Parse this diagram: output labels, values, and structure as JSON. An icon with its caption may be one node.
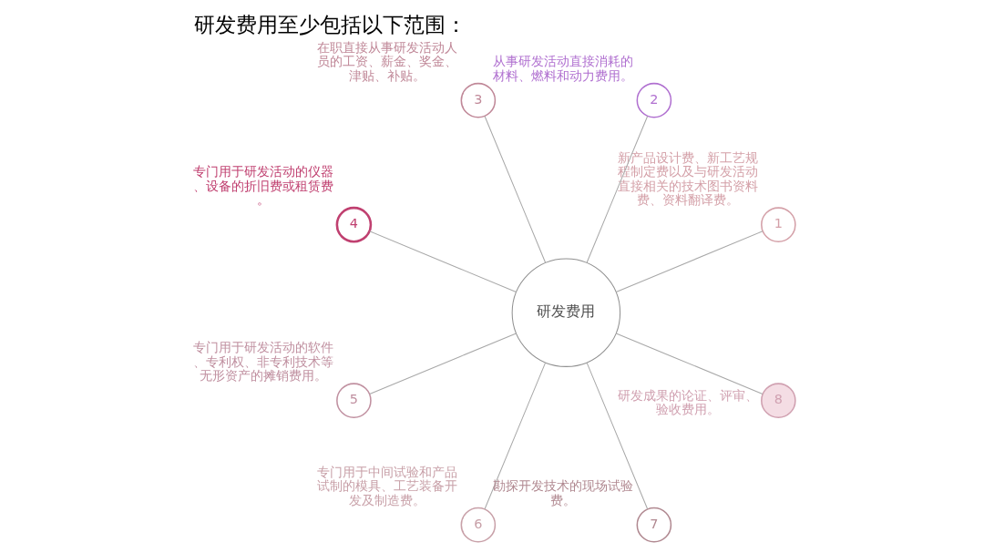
{
  "diagram": {
    "title": "研发费用至少包括以下范围：",
    "nodes": [
      {
        "text": [
          "研发费用"
        ]
      },
      {
        "text": [
          "1"
        ],
        "beside": [
          "新产品设计费、新工艺规程制定费以及与研发活动直接相关的技术图书资料费、资料翻译费。"
        ]
      },
      {
        "text": [
          "2"
        ],
        "beside": [
          "从事研发活动直接消耗的材料、燃料和动力费用。"
        ]
      },
      {
        "text": [
          "3"
        ],
        "beside": [
          "在职直接从事研发活动人员的工资、薪金、奖金、津贴、补贴。"
        ]
      },
      {
        "text": [
          "4"
        ],
        "beside": [
          "专门用于研发活动的仪器、设备的折旧费或租赁费。"
        ]
      },
      {
        "text": [
          "5"
        ],
        "beside": [
          "专门用于研发活动的软件、专利权、非专利技术等无形资产的摊销费用。"
        ]
      },
      {
        "text": [
          "6"
        ],
        "beside": [
          "专门用于中间试验和产品试制的模具、工艺装备开发及制造费。"
        ]
      },
      {
        "text": [
          "7"
        ],
        "beside": [
          "勘探开发技术的现场试验费。"
        ]
      },
      {
        "text": [
          "8"
        ],
        "beside": [
          "研发成果的论证、评审、验收费用。"
        ]
      }
    ],
    "edges": [
      {
        "from": 0,
        "to": 1,
        "arrow": "none"
      },
      {
        "from": 0,
        "to": 3,
        "arrow": "none"
      },
      {
        "from": 0,
        "to": 5,
        "arrow": "none"
      },
      {
        "from": 0,
        "to": 7,
        "arrow": "none"
      },
      {
        "from": 0,
        "to": 8,
        "arrow": "none"
      },
      {
        "from": 0,
        "to": 6,
        "arrow": "none"
      },
      {
        "from": 0,
        "to": 4,
        "arrow": "none"
      },
      {
        "from": 0,
        "to": 2,
        "arrow": "none"
      }
    ]
  }
}
